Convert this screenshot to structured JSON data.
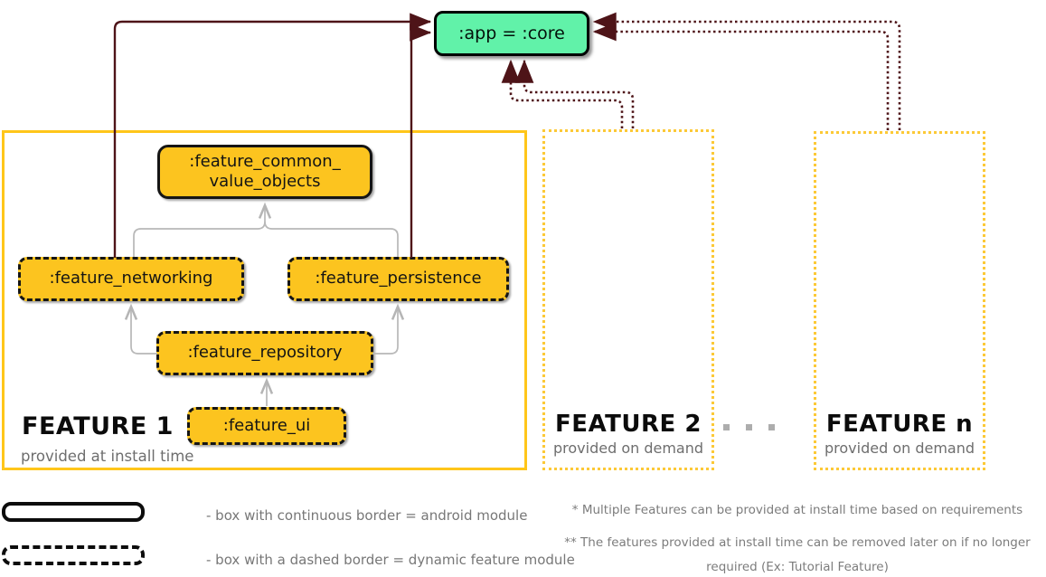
{
  "diagram": {
    "app_node": {
      "label": ":app = :core"
    },
    "feature1": {
      "title": "FEATURE 1",
      "subtitle": "provided at install time",
      "modules": {
        "common": {
          "line1": ":feature_common_",
          "line2": "value_objects"
        },
        "networking": {
          "label": ":feature_networking"
        },
        "persistence": {
          "label": ":feature_persistence"
        },
        "repository": {
          "label": ":feature_repository"
        },
        "ui": {
          "label": ":feature_ui"
        }
      }
    },
    "feature2": {
      "title": "FEATURE 2",
      "subtitle": "provided on demand"
    },
    "feature_n": {
      "title": "FEATURE n",
      "subtitle": "provided on demand"
    },
    "ellipsis_dot_count": 3
  },
  "legend": {
    "continuous_label": "- box with continuous border = android module",
    "dashed_label": "- box with a dashed border = dynamic feature module"
  },
  "notes": {
    "note1": "* Multiple Features can be provided at install time based on requirements",
    "note2_line1": "** The features provided at install time can be removed later on if no longer",
    "note2_line2": "required (Ex: Tutorial Feature)"
  },
  "colors": {
    "module_yellow": "#FCC41F",
    "container_yellow": "#FFC61A",
    "dotted_yellow": "#FCC937",
    "app_green": "#61F2A9",
    "arrow_maroon": "#4E1418",
    "gray_line": "#B8B8B8",
    "text_gray": "#6E6E6E",
    "note_gray": "#7C7C7C",
    "dot_gray": "#ADADAD"
  }
}
